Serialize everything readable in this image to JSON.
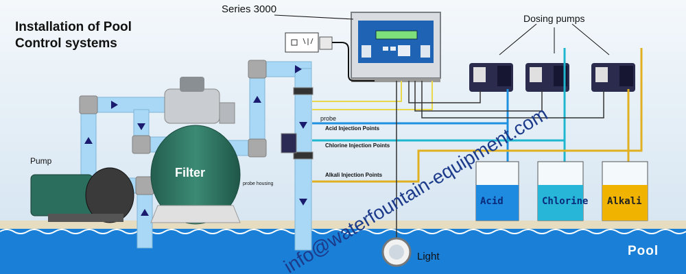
{
  "title_lines": [
    "Installation of Pool",
    "Control systems"
  ],
  "controller_label": "Series 3000",
  "dosing_pumps_label": "Dosing pumps",
  "pump_label": "Pump",
  "filter_label": "Filter",
  "probe_label": "probe",
  "acid_injection_label": "Acid Injection Points",
  "chlorine_injection_label": "Chlorine Injection Points",
  "alkali_injection_label": "Alkali Injection Points",
  "probe_housing_label": "probe housing",
  "tanks": [
    {
      "label": "Acid",
      "color": "#1e8be0"
    },
    {
      "label": "Chlorine",
      "color": "#27b5d8"
    },
    {
      "label": "Alkali",
      "color": "#f0b400"
    }
  ],
  "light_label": "Light",
  "pool_label": "Pool",
  "watermark": "info@waterfountain-equipment.com",
  "colors": {
    "pipe": "#a8d8f5",
    "pipe_elbow": "#a9a9a9",
    "flow_arrow": "#1a1a6e",
    "filter_tank": "#2c6e5d",
    "pool_water": "#1a7fd6",
    "controller_body": "#d9dde2",
    "controller_screen": "#1f63b5",
    "lcd": "#7ee07a",
    "acid_line": "#1f8fe0",
    "chlorine_line": "#1fb6cf",
    "alkali_line": "#e0b020",
    "probe_wire": "#e8d84a"
  }
}
